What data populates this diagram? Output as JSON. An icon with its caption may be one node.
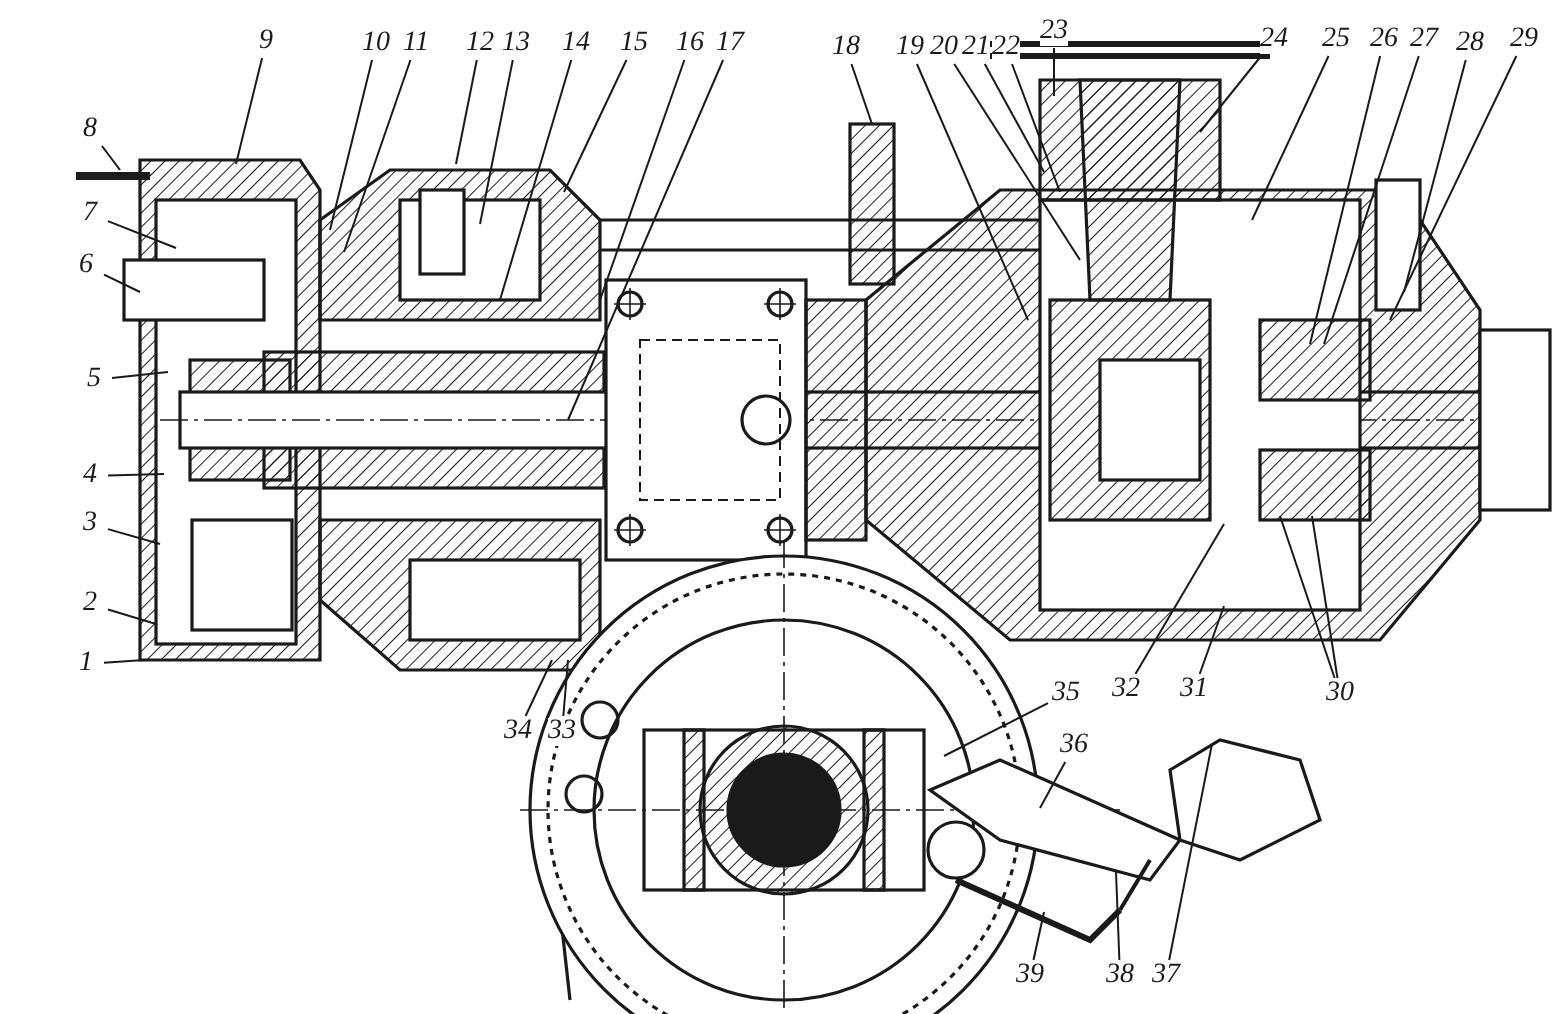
{
  "diagram": {
    "nodes": [
      {
        "text": [
          "1"
        ]
      },
      {
        "text": [
          "2"
        ]
      },
      {
        "text": [
          "3"
        ]
      },
      {
        "text": [
          "4"
        ]
      },
      {
        "text": [
          "5"
        ]
      },
      {
        "text": [
          "6"
        ]
      },
      {
        "text": [
          "7"
        ]
      },
      {
        "text": [
          "8"
        ]
      },
      {
        "text": [
          "9"
        ]
      },
      {
        "text": [
          "10"
        ]
      },
      {
        "text": [
          "11"
        ]
      },
      {
        "text": [
          "12"
        ]
      },
      {
        "text": [
          "13"
        ]
      },
      {
        "text": [
          "14"
        ]
      },
      {
        "text": [
          "15"
        ]
      },
      {
        "text": [
          "16"
        ]
      },
      {
        "text": [
          "17"
        ]
      },
      {
        "text": [
          "18"
        ]
      },
      {
        "text": [
          "19"
        ]
      },
      {
        "text": [
          "20"
        ]
      },
      {
        "text": [
          "21"
        ]
      },
      {
        "text": [
          "22"
        ]
      },
      {
        "text": [
          "23"
        ]
      },
      {
        "text": [
          "24"
        ]
      },
      {
        "text": [
          "25"
        ]
      },
      {
        "text": [
          "26"
        ]
      },
      {
        "text": [
          "27"
        ]
      },
      {
        "text": [
          "28"
        ]
      },
      {
        "text": [
          "29"
        ]
      },
      {
        "text": [
          "30"
        ]
      },
      {
        "text": [
          "31"
        ]
      },
      {
        "text": [
          "32"
        ]
      },
      {
        "text": [
          "33"
        ]
      },
      {
        "text": [
          "34"
        ]
      },
      {
        "text": [
          "35"
        ]
      },
      {
        "text": [
          "36"
        ]
      },
      {
        "text": [
          "37"
        ]
      },
      {
        "text": [
          "38"
        ]
      },
      {
        "text": [
          "39"
        ]
      }
    ],
    "edges": [
      {
        "from": 0,
        "to": null,
        "arrow": "none"
      },
      {
        "from": 1,
        "to": null,
        "arrow": "none"
      },
      {
        "from": 2,
        "to": null,
        "arrow": "none"
      },
      {
        "from": 3,
        "to": null,
        "arrow": "none"
      },
      {
        "from": 4,
        "to": null,
        "arrow": "none"
      },
      {
        "from": 5,
        "to": null,
        "arrow": "none"
      },
      {
        "from": 6,
        "to": null,
        "arrow": "none"
      },
      {
        "from": 7,
        "to": null,
        "arrow": "none"
      },
      {
        "from": 8,
        "to": null,
        "arrow": "none"
      },
      {
        "from": 9,
        "to": null,
        "arrow": "none"
      },
      {
        "from": 10,
        "to": null,
        "arrow": "none"
      },
      {
        "from": 11,
        "to": null,
        "arrow": "none"
      },
      {
        "from": 12,
        "to": null,
        "arrow": "none"
      },
      {
        "from": 13,
        "to": null,
        "arrow": "none"
      },
      {
        "from": 14,
        "to": null,
        "arrow": "none"
      },
      {
        "from": 15,
        "to": null,
        "arrow": "none"
      },
      {
        "from": 16,
        "to": null,
        "arrow": "none"
      },
      {
        "from": 17,
        "to": null,
        "arrow": "none"
      },
      {
        "from": 18,
        "to": null,
        "arrow": "none"
      },
      {
        "from": 19,
        "to": null,
        "arrow": "none"
      },
      {
        "from": 20,
        "to": null,
        "arrow": "none"
      },
      {
        "from": 21,
        "to": null,
        "arrow": "none"
      },
      {
        "from": 22,
        "to": null,
        "arrow": "none"
      },
      {
        "from": 23,
        "to": null,
        "arrow": "none"
      },
      {
        "from": 24,
        "to": null,
        "arrow": "none"
      },
      {
        "from": 25,
        "to": null,
        "arrow": "none"
      },
      {
        "from": 26,
        "to": null,
        "arrow": "none"
      },
      {
        "from": 27,
        "to": null,
        "arrow": "none"
      },
      {
        "from": 28,
        "to": null,
        "arrow": "none"
      },
      {
        "from": 29,
        "to": null,
        "arrow": "none"
      },
      {
        "from": 29,
        "to": null,
        "arrow": "none"
      },
      {
        "from": 30,
        "to": null,
        "arrow": "none"
      },
      {
        "from": 31,
        "to": null,
        "arrow": "none"
      },
      {
        "from": 32,
        "to": null,
        "arrow": "none"
      },
      {
        "from": 33,
        "to": null,
        "arrow": "none"
      },
      {
        "from": 34,
        "to": null,
        "arrow": "none"
      },
      {
        "from": 35,
        "to": null,
        "arrow": "none"
      },
      {
        "from": 36,
        "to": null,
        "arrow": "none"
      },
      {
        "from": 37,
        "to": null,
        "arrow": "none"
      },
      {
        "from": 38,
        "to": null,
        "arrow": "none"
      }
    ]
  }
}
